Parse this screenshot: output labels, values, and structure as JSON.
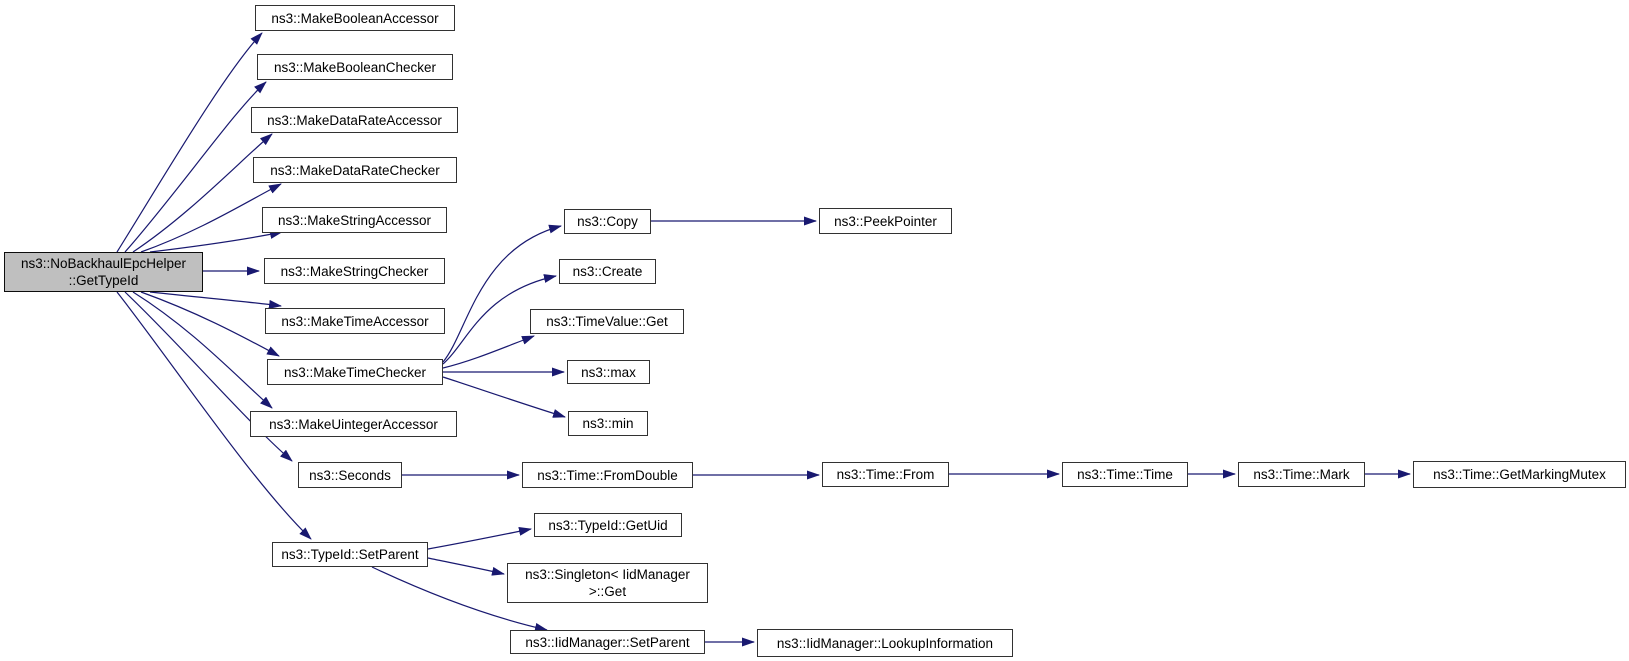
{
  "graph": {
    "type": "call-graph",
    "root_function": "ns3::NoBackhaulEpcHelper::GetTypeId",
    "colors": {
      "background": "#ffffff",
      "edge": "#191970",
      "node_border": "#323232",
      "node_fill": "#ffffff",
      "root_node_fill": "#bfbfbf",
      "text": "#000000"
    },
    "nodes": [
      {
        "id": "gettypeid",
        "label": "ns3::NoBackhaulEpcHelper",
        "label2": "::GetTypeId"
      },
      {
        "id": "make-boolean-accessor",
        "label": "ns3::MakeBooleanAccessor"
      },
      {
        "id": "make-boolean-checker",
        "label": "ns3::MakeBooleanChecker"
      },
      {
        "id": "make-datarate-accessor",
        "label": "ns3::MakeDataRateAccessor"
      },
      {
        "id": "make-datarate-checker",
        "label": "ns3::MakeDataRateChecker"
      },
      {
        "id": "make-string-accessor",
        "label": "ns3::MakeStringAccessor"
      },
      {
        "id": "make-string-checker",
        "label": "ns3::MakeStringChecker"
      },
      {
        "id": "make-time-accessor",
        "label": "ns3::MakeTimeAccessor"
      },
      {
        "id": "make-time-checker",
        "label": "ns3::MakeTimeChecker"
      },
      {
        "id": "make-uinteger-accessor",
        "label": "ns3::MakeUintegerAccessor"
      },
      {
        "id": "seconds",
        "label": "ns3::Seconds"
      },
      {
        "id": "typeid-setparent",
        "label": "ns3::TypeId::SetParent"
      },
      {
        "id": "copy",
        "label": "ns3::Copy"
      },
      {
        "id": "peekpointer",
        "label": "ns3::PeekPointer"
      },
      {
        "id": "create",
        "label": "ns3::Create"
      },
      {
        "id": "timevalue-get",
        "label": "ns3::TimeValue::Get"
      },
      {
        "id": "max",
        "label": "ns3::max"
      },
      {
        "id": "min",
        "label": "ns3::min"
      },
      {
        "id": "time-fromdouble",
        "label": "ns3::Time::FromDouble"
      },
      {
        "id": "time-from",
        "label": "ns3::Time::From"
      },
      {
        "id": "time-time",
        "label": "ns3::Time::Time"
      },
      {
        "id": "time-mark",
        "label": "ns3::Time::Mark"
      },
      {
        "id": "time-getmarkingmutex",
        "label": "ns3::Time::GetMarkingMutex"
      },
      {
        "id": "typeid-getuid",
        "label": "ns3::TypeId::GetUid"
      },
      {
        "id": "singleton-iidmanager-get",
        "label": "ns3::Singleton< IidManager",
        "label2": ">::Get"
      },
      {
        "id": "iidmanager-setparent",
        "label": "ns3::IidManager::SetParent"
      },
      {
        "id": "iidmanager-lookupinformation",
        "label": "ns3::IidManager::LookupInformation"
      }
    ],
    "edges": [
      {
        "from": "gettypeid",
        "to": "make-boolean-accessor"
      },
      {
        "from": "gettypeid",
        "to": "make-boolean-checker"
      },
      {
        "from": "gettypeid",
        "to": "make-datarate-accessor"
      },
      {
        "from": "gettypeid",
        "to": "make-datarate-checker"
      },
      {
        "from": "gettypeid",
        "to": "make-string-accessor"
      },
      {
        "from": "gettypeid",
        "to": "make-string-checker"
      },
      {
        "from": "gettypeid",
        "to": "make-time-accessor"
      },
      {
        "from": "gettypeid",
        "to": "make-time-checker"
      },
      {
        "from": "gettypeid",
        "to": "make-uinteger-accessor"
      },
      {
        "from": "gettypeid",
        "to": "seconds"
      },
      {
        "from": "gettypeid",
        "to": "typeid-setparent"
      },
      {
        "from": "make-time-checker",
        "to": "copy"
      },
      {
        "from": "make-time-checker",
        "to": "create"
      },
      {
        "from": "make-time-checker",
        "to": "timevalue-get"
      },
      {
        "from": "make-time-checker",
        "to": "max"
      },
      {
        "from": "make-time-checker",
        "to": "min"
      },
      {
        "from": "copy",
        "to": "peekpointer"
      },
      {
        "from": "seconds",
        "to": "time-fromdouble"
      },
      {
        "from": "time-fromdouble",
        "to": "time-from"
      },
      {
        "from": "time-from",
        "to": "time-time"
      },
      {
        "from": "time-time",
        "to": "time-mark"
      },
      {
        "from": "time-mark",
        "to": "time-getmarkingmutex"
      },
      {
        "from": "typeid-setparent",
        "to": "typeid-getuid"
      },
      {
        "from": "typeid-setparent",
        "to": "singleton-iidmanager-get"
      },
      {
        "from": "typeid-setparent",
        "to": "iidmanager-setparent"
      },
      {
        "from": "iidmanager-setparent",
        "to": "iidmanager-lookupinformation"
      }
    ]
  }
}
